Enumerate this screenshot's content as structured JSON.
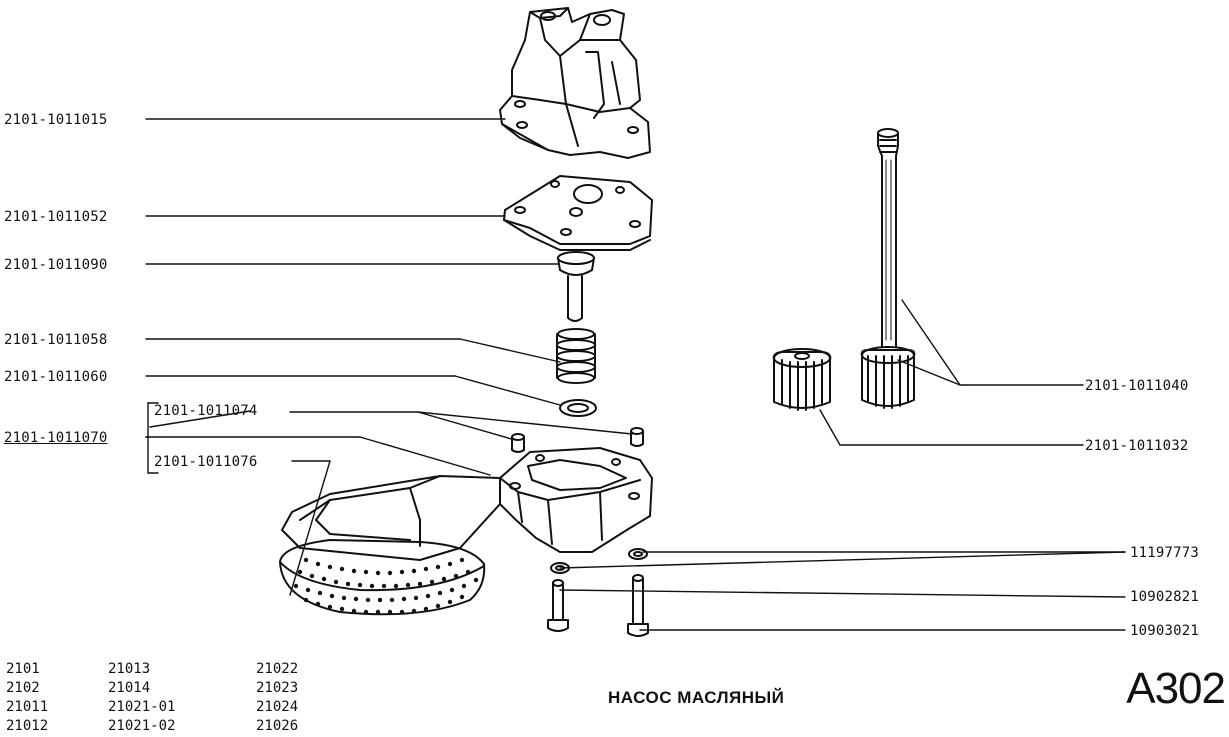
{
  "title": "НАСОС МАСЛЯНЫЙ",
  "code": "A302",
  "callouts": {
    "housing": "2101-1011015",
    "cover": "2101-1011052",
    "valve": "2101-1011090",
    "spring": "2101-1011058",
    "washer": "2101-1011060",
    "assembly": "2101-1011070",
    "pin": "2101-1011074",
    "intake": "2101-1011076",
    "gear_shaft": "2101-1011040",
    "gear_driven": "2101-1011032",
    "spring_washer": "11197773",
    "bolt_short": "10902821",
    "bolt_long": "10903021"
  },
  "models": {
    "col1": [
      "2101",
      "2102",
      "21011",
      "21012"
    ],
    "col2": [
      "21013",
      "21014",
      "21021-01",
      "21021-02"
    ],
    "col3": [
      "21022",
      "21023",
      "21024",
      "21026"
    ]
  }
}
